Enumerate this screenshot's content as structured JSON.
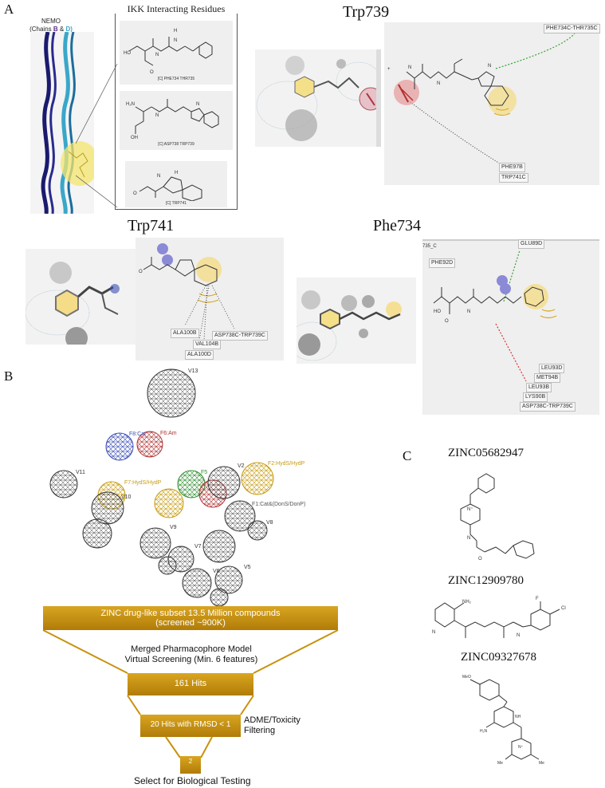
{
  "panel_A": {
    "letter": "A",
    "nemo_label_line1": "NEMO",
    "nemo_label_chains_prefix": "(Chains ",
    "nemo_label_chain_b": "B",
    "nemo_label_amp": " & ",
    "nemo_label_chain_d": "D)",
    "ikk_box_title": "IKK Interacting Residues",
    "ikk_captions": [
      "[C] PHE734 THR735",
      "[C] ASP738 TRP739",
      "[C] TRP741"
    ],
    "trp739": {
      "title": "Trp739",
      "labels": [
        "PHE734C-THR735C",
        "PHE97B",
        "TRP741C"
      ]
    },
    "trp741": {
      "title": "Trp741",
      "labels": [
        "ALA100B",
        "VAL104B",
        "ALA100D",
        "ASP738C-TRP739C"
      ]
    },
    "phe734": {
      "title": "Phe734",
      "labels": [
        "735_C",
        "PHE92D",
        "GLU89D",
        "LEU93D",
        "MET94B",
        "LEU93B",
        "LYS90B",
        "ASP738C-TRP739C"
      ]
    }
  },
  "panel_B": {
    "letter": "B",
    "features": [
      "V13",
      "F8:Cat",
      "F6:Am",
      "V11",
      "F7:HydS/HydP",
      "F5",
      "F2:HydS/HydP",
      "F1:Cat&(DonS/DonP)",
      "V10",
      "V9",
      "V8",
      "V7",
      "V6",
      "V5",
      "V2"
    ],
    "funnel_top": "ZINC drug-like subset 13.5 Million compounds",
    "funnel_top_sub": "(screened ~900K)",
    "merged_line1": "Merged Pharmacophore Model",
    "merged_line2": "Virtual Screening (Min. 6 features)",
    "hits_161": "161 Hits",
    "hits_20": "20 Hits with RMSD < 1",
    "adme_line1": "ADME/Toxicity",
    "adme_line2": "Filtering",
    "final_count": "2",
    "select_text": "Select for  Biological Testing"
  },
  "panel_C": {
    "letter": "C",
    "zinc_names": [
      "ZINC05682947",
      "ZINC12909780",
      "ZINC09327678"
    ]
  },
  "colors": {
    "gold": "#c8920e",
    "gold_dark": "#a87508",
    "navy": "#1a1a6e",
    "teal": "#3aa7c9",
    "highlight_yellow": "#f5d76e",
    "green_dashed": "#3aa23a",
    "red_dashed": "#d93636",
    "blue_feature": "#3b4db5",
    "red_feature": "#b03030",
    "green_feature": "#2e8b2e",
    "yellow_feature": "#e8b820"
  }
}
